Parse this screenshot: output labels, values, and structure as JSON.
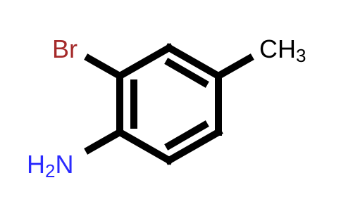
{
  "molecule": {
    "atoms": {
      "bromine": {
        "symbol": "Br",
        "color": "#a52a2a"
      },
      "methyl": {
        "symbol": "CH",
        "subscript": "3",
        "color": "#000000"
      },
      "amine": {
        "symbol": "H",
        "subscript": "2",
        "suffix": "N",
        "color": "#2a2aff"
      }
    },
    "bond_color": "#000000"
  }
}
